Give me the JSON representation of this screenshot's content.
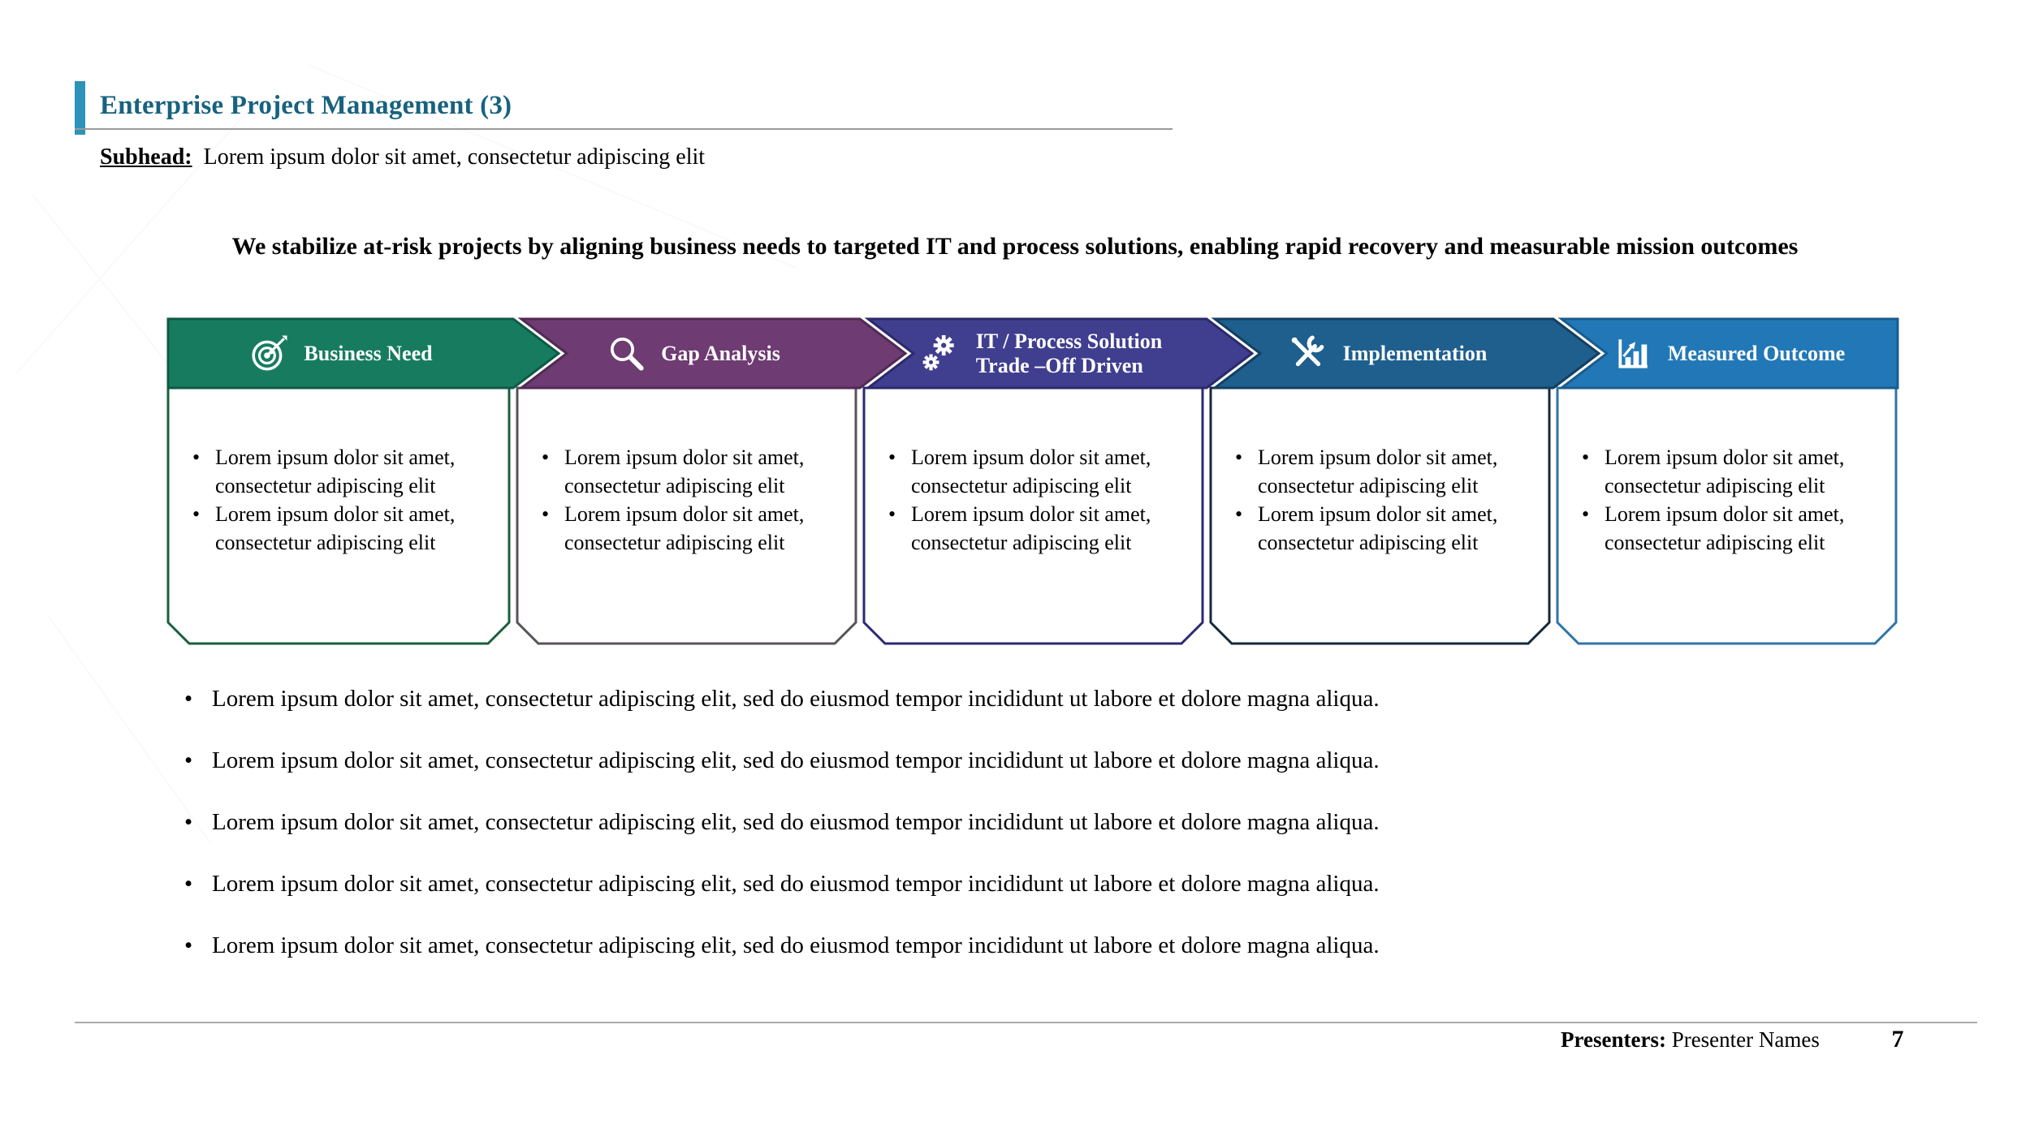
{
  "header": {
    "title": "Enterprise Project Management (3)",
    "subhead_label": "Subhead:",
    "subhead_text": "Lorem ipsum dolor sit amet, consectetur adipiscing elit"
  },
  "statement": "We stabilize at-risk projects by aligning business needs to targeted IT and process solutions, enabling rapid recovery and measurable mission outcomes",
  "colors": {
    "accent_bar": "#2D93B8",
    "title_text": "#17627F"
  },
  "process": {
    "columns": [
      {
        "label": "Business Need",
        "icon": "target-arrow-icon",
        "fill": "#177C5F",
        "stroke": "#0E5A44",
        "box_border": "#1B5E3E",
        "bullets": [
          "Lorem ipsum dolor sit amet, consectetur adipiscing elit",
          "Lorem ipsum dolor sit amet, consectetur adipiscing elit"
        ]
      },
      {
        "label": "Gap Analysis",
        "icon": "magnifier-icon",
        "fill": "#6E3B72",
        "stroke": "#512A55",
        "box_border": "#58525A",
        "bullets": [
          "Lorem ipsum dolor sit amet, consectetur adipiscing elit",
          "Lorem ipsum dolor sit amet, consectetur adipiscing elit"
        ]
      },
      {
        "label": "IT / Process Solution",
        "label2": "Trade –Off Driven",
        "icon": "gears-icon",
        "fill": "#403E8F",
        "stroke": "#2B2A6B",
        "box_border": "#2B2973",
        "bullets": [
          "Lorem ipsum dolor sit amet, consectetur adipiscing elit",
          "Lorem ipsum dolor sit amet, consectetur adipiscing elit"
        ]
      },
      {
        "label": "Implementation",
        "icon": "tools-icon",
        "fill": "#1E5F8E",
        "stroke": "#143F5F",
        "box_border": "#14293B",
        "bullets": [
          "Lorem ipsum dolor sit amet, consectetur adipiscing elit",
          "Lorem ipsum dolor sit amet, consectetur adipiscing elit"
        ]
      },
      {
        "label": "Measured Outcome",
        "icon": "bar-chart-arrow-icon",
        "fill": "#2278B7",
        "stroke": "#195C8E",
        "box_border": "#2E74A8",
        "bullets": [
          "Lorem ipsum dolor sit amet, consectetur adipiscing elit",
          "Lorem ipsum dolor sit amet, consectetur adipiscing elit"
        ]
      }
    ]
  },
  "notes": [
    "Lorem ipsum dolor sit amet, consectetur adipiscing elit, sed do eiusmod tempor incididunt ut labore et dolore magna aliqua.",
    "Lorem ipsum dolor sit amet, consectetur adipiscing elit, sed do eiusmod tempor incididunt ut labore et dolore magna aliqua.",
    "Lorem ipsum dolor sit amet, consectetur adipiscing elit, sed do eiusmod tempor incididunt ut labore et dolore magna aliqua.",
    "Lorem ipsum dolor sit amet, consectetur adipiscing elit, sed do eiusmod tempor incididunt ut labore et dolore magna aliqua.",
    "Lorem ipsum dolor sit amet, consectetur adipiscing elit, sed do eiusmod tempor incididunt ut labore et dolore magna aliqua."
  ],
  "footer": {
    "presenters_label": "Presenters:",
    "presenters_value": "Presenter Names",
    "page_number": "7"
  }
}
